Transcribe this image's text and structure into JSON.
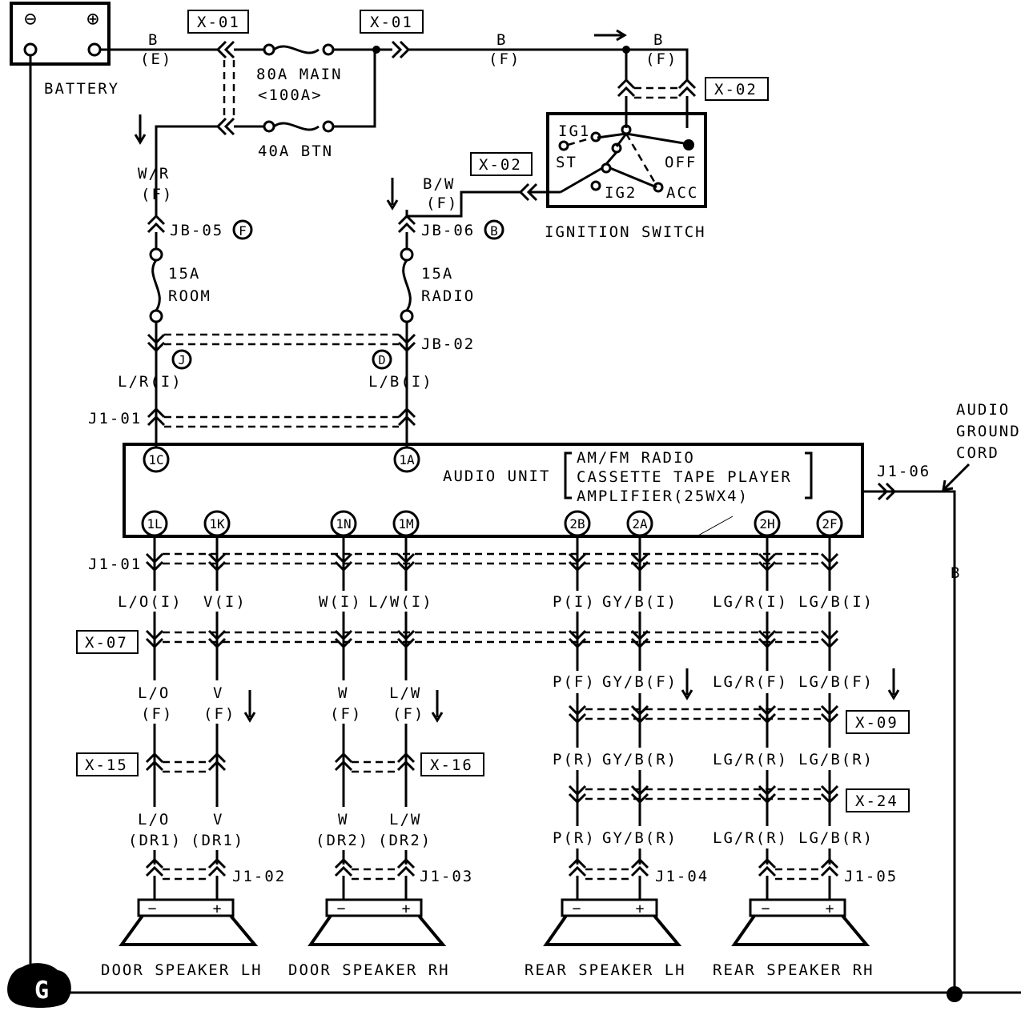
{
  "battery": {
    "label": "BATTERY",
    "neg_symbol": "⊖",
    "pos_symbol": "⊕"
  },
  "connectors": {
    "x01": "X-01",
    "x02": "X-02",
    "x07": "X-07",
    "x09": "X-09",
    "x15": "X-15",
    "x16": "X-16",
    "x24": "X-24",
    "jb05": "JB-05",
    "jb06": "JB-06",
    "jb02": "JB-02",
    "j101": "J1-01",
    "j102": "J1-02",
    "j103": "J1-03",
    "j104": "J1-04",
    "j105": "J1-05",
    "j106": "J1-06"
  },
  "circled": {
    "jb05": "F",
    "jb06": "B",
    "jb02_left": "J",
    "jb02_right": "D"
  },
  "fuses": {
    "main": "80A MAIN",
    "main_alt": "<100A>",
    "btn": "40A BTN",
    "room_amp": "15A",
    "room_name": "ROOM",
    "radio_amp": "15A",
    "radio_name": "RADIO"
  },
  "wires": {
    "batt_out": [
      "B",
      "(E)"
    ],
    "main_out": [
      "B",
      "(F)"
    ],
    "ign_in": [
      "B",
      "(F)"
    ],
    "w_r": [
      "W/R",
      "(F)"
    ],
    "b_w": [
      "B/W",
      "(F)"
    ],
    "l_r_i": "L/R(I)",
    "l_b_i": "L/B(I)",
    "ground_b": "B",
    "lo_i": "L/O(I)",
    "v_i": "V(I)",
    "w_i": "W(I)",
    "lw_i": "L/W(I)",
    "p_i": "P(I)",
    "gyb_i": "GY/B(I)",
    "lgr_i": "LG/R(I)",
    "lgb_i": "LG/B(I)",
    "lo_f": [
      "L/O",
      "(F)"
    ],
    "v_f": [
      "V",
      "(F)"
    ],
    "w_f": [
      "W",
      "(F)"
    ],
    "lw_f": [
      "L/W",
      "(F)"
    ],
    "p_f": "P(F)",
    "gyb_f": "GY/B(F)",
    "lgr_f": "LG/R(F)",
    "lgb_f": "LG/B(F)",
    "p_r1": "P(R)",
    "gyb_r1": "GY/B(R)",
    "lgr_r1": "LG/R(R)",
    "lgb_r1": "LG/B(R)",
    "lo_dr1": [
      "L/O",
      "(DR1)"
    ],
    "v_dr1": [
      "V",
      "(DR1)"
    ],
    "w_dr2": [
      "W",
      "(DR2)"
    ],
    "lw_dr2": [
      "L/W",
      "(DR2)"
    ],
    "p_r2": "P(R)",
    "gyb_r2": "GY/B(R)",
    "lgr_r2": "LG/R(R)",
    "lgb_r2": "LG/B(R)"
  },
  "ignition": {
    "title": "IGNITION SWITCH",
    "ig1": "IG1",
    "st": "ST",
    "off": "OFF",
    "ig2": "IG2",
    "acc": "ACC"
  },
  "audio_unit": {
    "label": "AUDIO UNIT",
    "desc": [
      "AM/FM RADIO",
      "CASSETTE TAPE PLAYER",
      "AMPLIFIER(25WX4)"
    ],
    "pins": [
      "1C",
      "1A",
      "1L",
      "1K",
      "1N",
      "1M",
      "2B",
      "2A",
      "2H",
      "2F"
    ]
  },
  "audio_ground": [
    "AUDIO",
    "GROUND",
    "CORD"
  ],
  "speakers": {
    "door_lh": "DOOR SPEAKER LH",
    "door_rh": "DOOR SPEAKER RH",
    "rear_lh": "REAR SPEAKER LH",
    "rear_rh": "REAR SPEAKER RH",
    "minus": "−",
    "plus": "+"
  },
  "ground_symbol": "G"
}
